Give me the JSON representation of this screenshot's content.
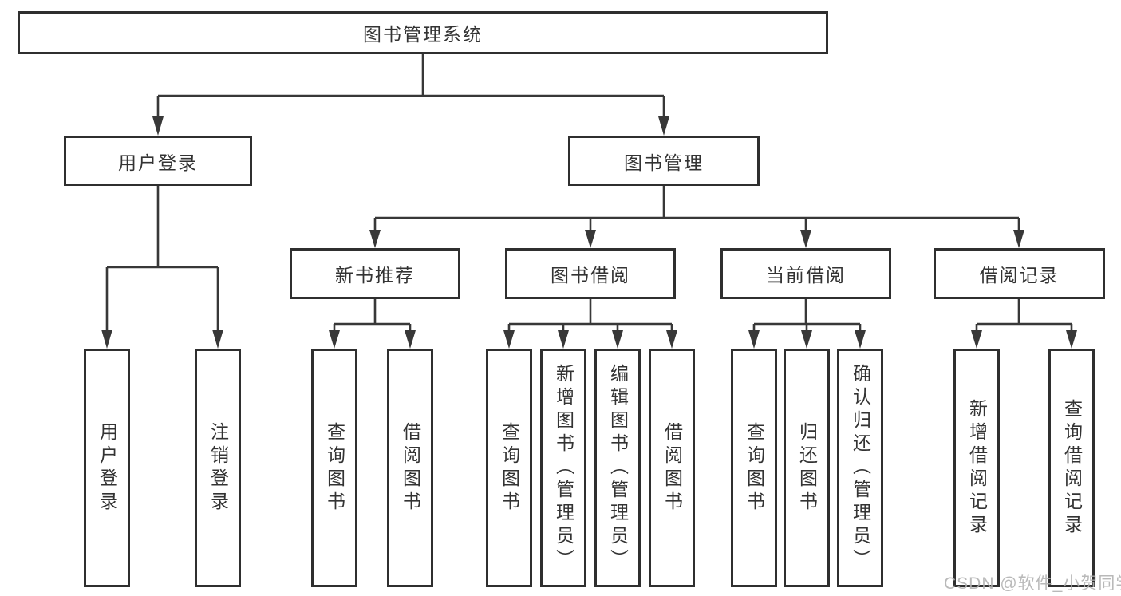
{
  "diagram": {
    "root": "图书管理系统",
    "level2": {
      "user_login": "用户登录",
      "book_management": "图书管理"
    },
    "level3": {
      "new_book_recommend": "新书推荐",
      "book_borrowing": "图书借阅",
      "current_borrowing": "当前借阅",
      "borrowing_records": "借阅记录"
    },
    "leaves": {
      "user_login": [
        "用户登录",
        "注销登录"
      ],
      "new_book_recommend": [
        "查询图书",
        "借阅图书"
      ],
      "book_borrowing": [
        "查询图书",
        "新增图书（管理员）",
        "编辑图书（管理员）",
        "借阅图书"
      ],
      "current_borrowing": [
        "查询图书",
        "归还图书",
        "确认归还（管理员）"
      ],
      "borrowing_records": [
        "新增借阅记录",
        "查询借阅记录"
      ]
    }
  },
  "watermark": {
    "text": "CSDN @软件_小贺同学",
    "color": "#b0b0b0"
  },
  "colors": {
    "background": "#ffffff",
    "line": "#383838",
    "box_border": "#2f2f2f",
    "text": "#333333"
  }
}
